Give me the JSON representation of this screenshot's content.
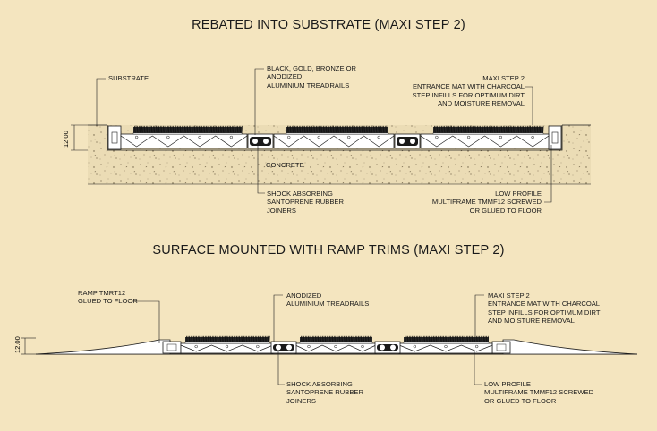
{
  "diagram_1": {
    "title": "REBATED INTO SUBSTRATE (MAXI STEP 2)",
    "labels": {
      "substrate": "SUBSTRATE",
      "treadrails": [
        "BLACK, GOLD, BRONZE OR",
        "ANODIZED",
        "ALUMINIUM TREADRAILS"
      ],
      "mat": [
        "MAXI STEP 2",
        "ENTRANCE MAT WITH CHARCOAL",
        "STEP INFILLS FOR OPTIMUM DIRT",
        "AND MOISTURE REMOVAL"
      ],
      "concrete": "CONCRETE",
      "joiners": [
        "SHOCK ABSORBING",
        "SANTOPRENE RUBBER",
        "JOINERS"
      ],
      "frame": [
        "LOW PROFILE",
        "MULTIFRAME TMMF12 SCREWED",
        "OR GLUED TO FLOOR"
      ],
      "dimension": "12.00"
    }
  },
  "diagram_2": {
    "title": "SURFACE MOUNTED WITH RAMP TRIMS (MAXI STEP 2)",
    "labels": {
      "ramp": [
        "RAMP TMRT12",
        "GLUED TO FLOOR"
      ],
      "treadrails": [
        "ANODIZED",
        "ALUMINIUM TREADRAILS"
      ],
      "mat": [
        "MAXI STEP 2",
        "ENTRANCE MAT WITH CHARCOAL",
        "STEP INFILLS FOR OPTIMUM DIRT",
        "AND MOISTURE REMOVAL"
      ],
      "joiners": [
        "SHOCK ABSORBING",
        "SANTOPRENE RUBBER",
        "JOINERS"
      ],
      "frame": [
        "LOW PROFILE",
        "MULTIFRAME TMMF12 SCREWED",
        "OR GLUED TO FLOOR"
      ],
      "dimension": "12.00"
    }
  },
  "colors": {
    "background": "#f4e5bf",
    "line": "#1c1c1c",
    "concrete": "#ebdcb5",
    "aluminium": "#ffffff",
    "rubber": "#1a1a1a"
  }
}
